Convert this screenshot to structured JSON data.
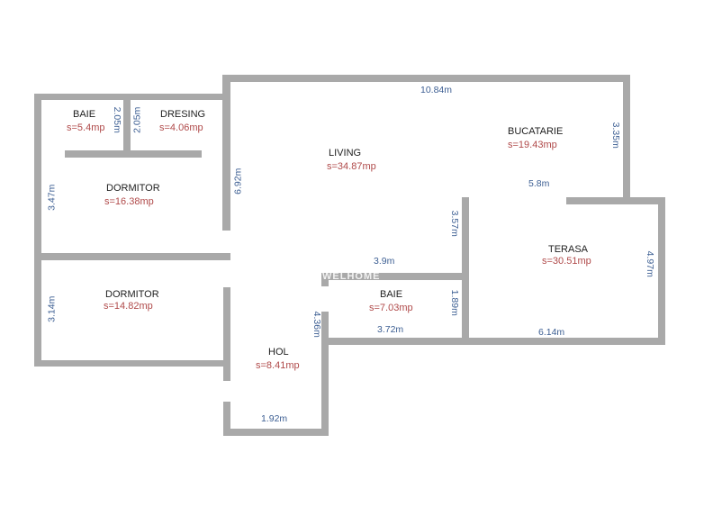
{
  "plan": {
    "watermark": "WELHOME",
    "colors": {
      "wall": "#a9a9a9",
      "room_name": "#1e1e1e",
      "room_area": "#b04a4a",
      "dimension": "#3d5f93",
      "background": "#ffffff"
    },
    "rooms": {
      "baie_small": {
        "name": "BAIE",
        "area": "s=5.4mp"
      },
      "dresing": {
        "name": "DRESING",
        "area": "s=4.06mp"
      },
      "dormitor_1": {
        "name": "DORMITOR",
        "area": "s=16.38mp"
      },
      "dormitor_2": {
        "name": "DORMITOR",
        "area": "s=14.82mp"
      },
      "living": {
        "name": "LIVING",
        "area": "s=34.87mp"
      },
      "bucatarie": {
        "name": "BUCATARIE",
        "area": "s=19.43mp"
      },
      "terasa": {
        "name": "TERASA",
        "area": "s=30.51mp"
      },
      "baie_large": {
        "name": "BAIE",
        "area": "s=7.03mp"
      },
      "hol": {
        "name": "HOL",
        "area": "s=8.41mp"
      }
    },
    "dimensions": {
      "living_top": "10.84m",
      "baie_small_side": "2.05m",
      "dresing_side": "2.05m",
      "dormitor_1_side": "3.47m",
      "living_left": "6.92m",
      "bucatarie_right": "3.35m",
      "bucatarie_bottom": "5.8m",
      "living_inner": "3.57m",
      "baie_top": "3.9m",
      "terasa_right": "4.97m",
      "dormitor_2_side": "3.14m",
      "baie_right": "1.89m",
      "hol_right": "4.36m",
      "baie_bottom": "3.72m",
      "terasa_bottom": "6.14m",
      "hol_bottom": "1.92m"
    }
  }
}
